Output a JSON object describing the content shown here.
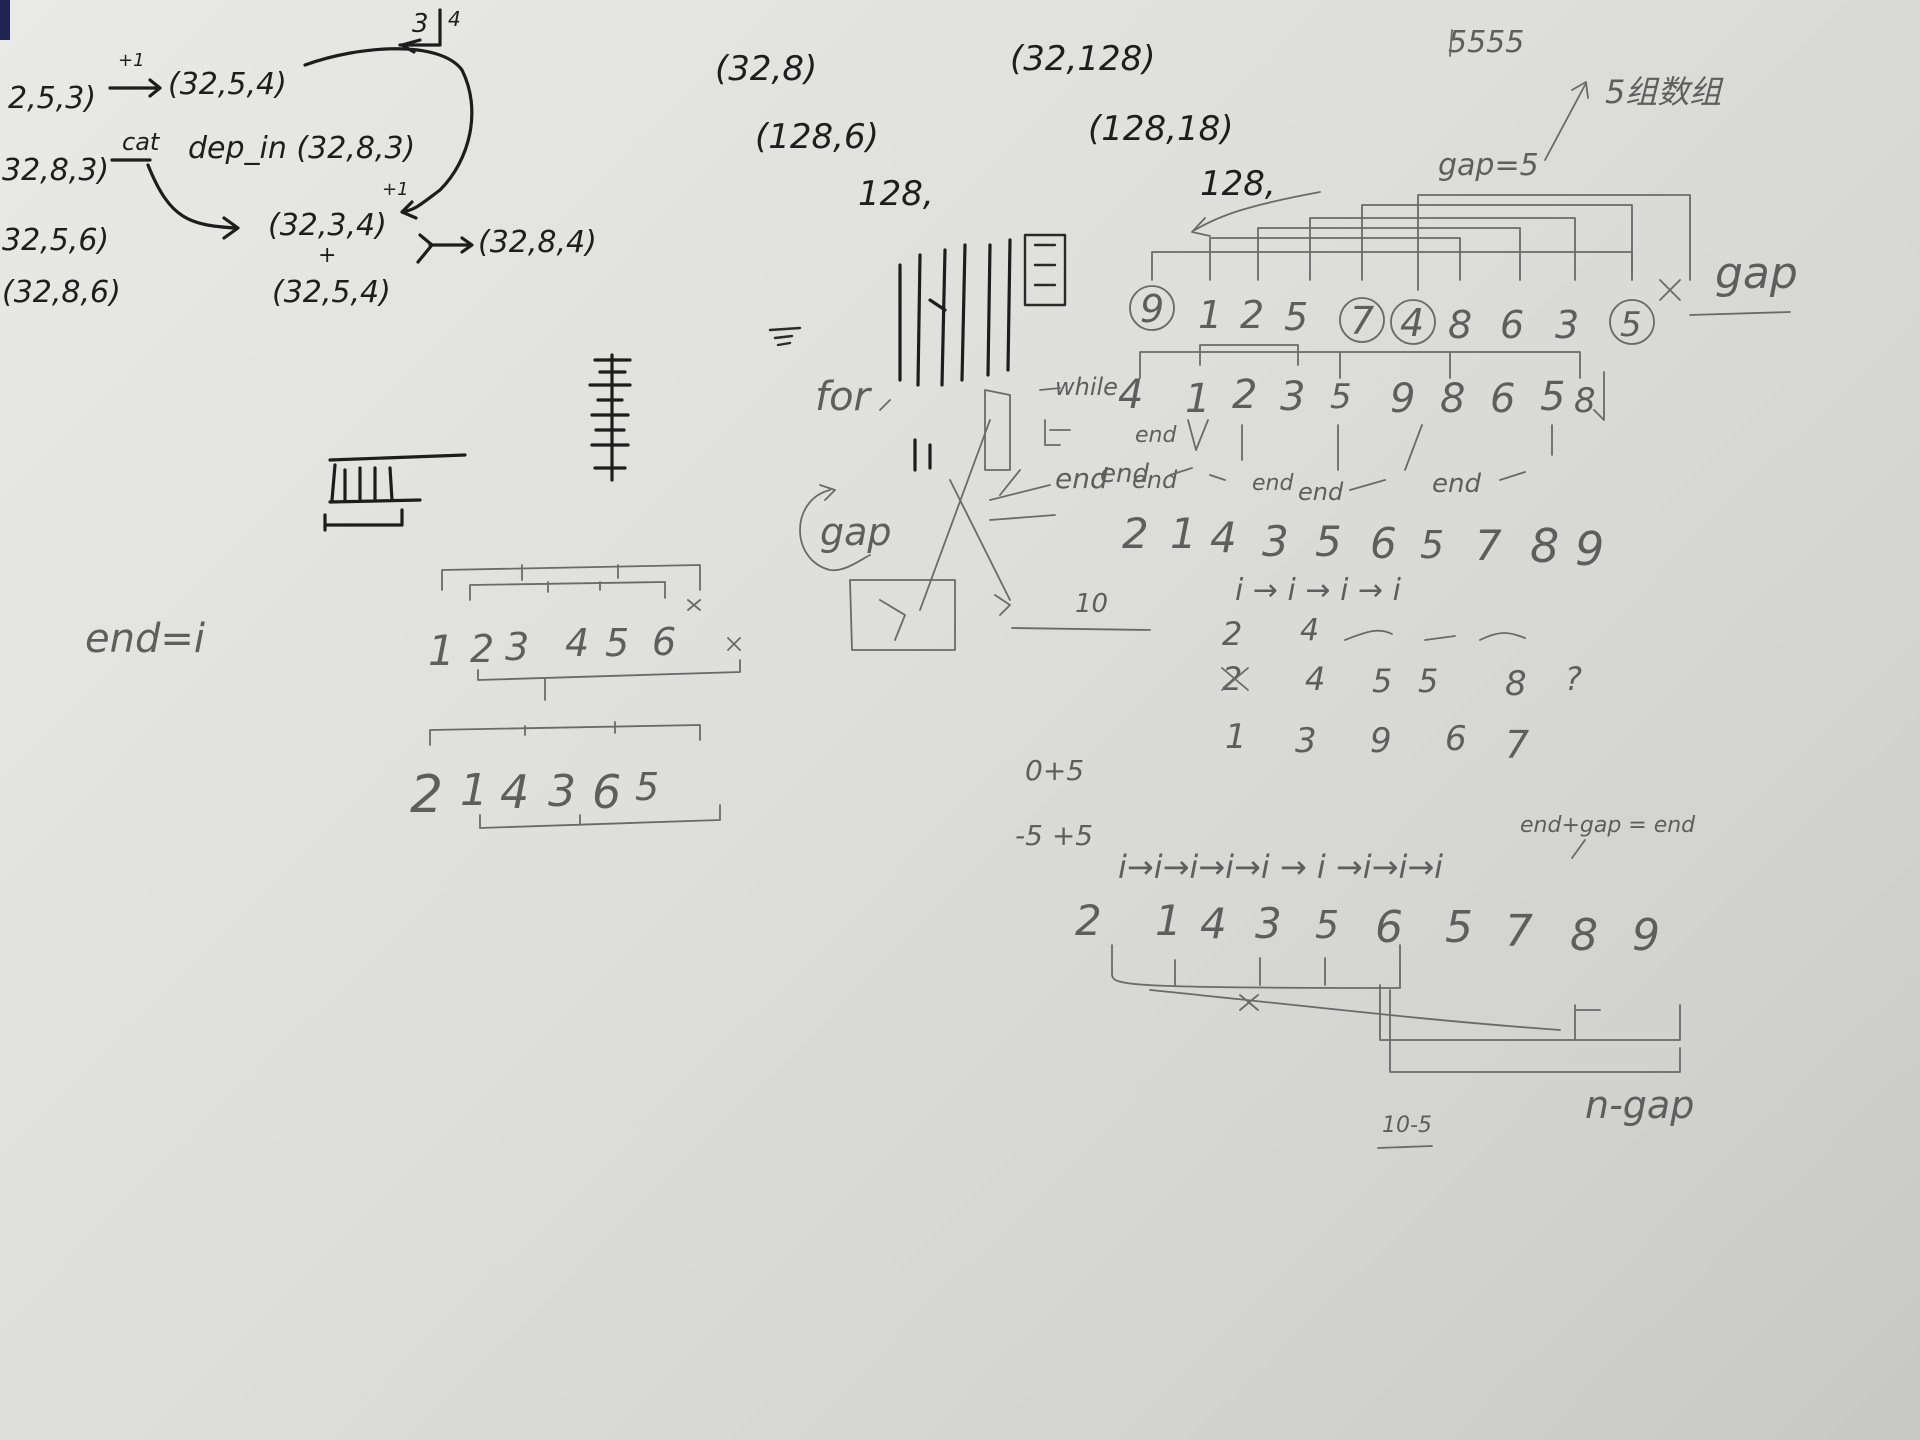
{
  "notes": {
    "top_left": {
      "l1": "2,5,3)",
      "l1_op": "+1",
      "l1_res": "(32,5,4)",
      "l2": "32,8,3)",
      "l2_op": "cat",
      "l2_res": "dep_in (32,8,3)",
      "l3": "32,5,6)",
      "l4": "(32,8,6)",
      "mid": "(32,3,4)",
      "mid_op": "+1",
      "mid_plus": "+",
      "bot": "(32,5,4)",
      "out": "(32,8,4)",
      "box": "3",
      "box_side": "4"
    },
    "top_mid": {
      "a": "(32,8)",
      "b": "(128,6)",
      "c": "128,"
    },
    "top_right": {
      "a": "(32,128)",
      "b": "(128,18)",
      "c": "128,"
    },
    "pencil_top": {
      "a": "5555",
      "b": "5组数组",
      "gap_label": "gap=5"
    },
    "gap_big": "gap",
    "row1": [
      "9",
      "1",
      "2",
      "5",
      "7",
      "4",
      "8",
      "6",
      "3",
      "5"
    ],
    "row2": [
      "4",
      "1",
      "2",
      "3",
      "5",
      "9",
      "8",
      "6",
      "5",
      "8"
    ],
    "row3": [
      "2",
      "1",
      "4",
      "3",
      "5",
      "6",
      "5",
      "7",
      "8",
      "9"
    ],
    "row4": [
      "2",
      "4",
      "5",
      "5",
      "8",
      "?"
    ],
    "row5": [
      "1",
      "3",
      "9",
      "6",
      "7"
    ],
    "row6": [
      "2",
      "1",
      "4",
      "3",
      "5",
      "6",
      "5",
      "7",
      "8",
      "9"
    ],
    "i_arrows": "i → i → i → i",
    "i_arrows_long": "i→i→i→i→i → i →i→i→i",
    "end_labels": [
      "end",
      "end",
      "end",
      "end",
      "end"
    ],
    "labels": {
      "for": "for",
      "while": "while",
      "gap": "gap",
      "end_i": "end=i",
      "ten": "10",
      "zero_plus": "0+5",
      "minus": "-5 +5",
      "end_gap": "end+gap = end",
      "n_gap": "n-gap",
      "ten_five": "10-5"
    },
    "mid_seq": [
      "1",
      "2",
      "3",
      "4",
      "5",
      "6"
    ],
    "mid_seq2": [
      "2",
      "1",
      "4",
      "3",
      "6",
      "5"
    ]
  }
}
